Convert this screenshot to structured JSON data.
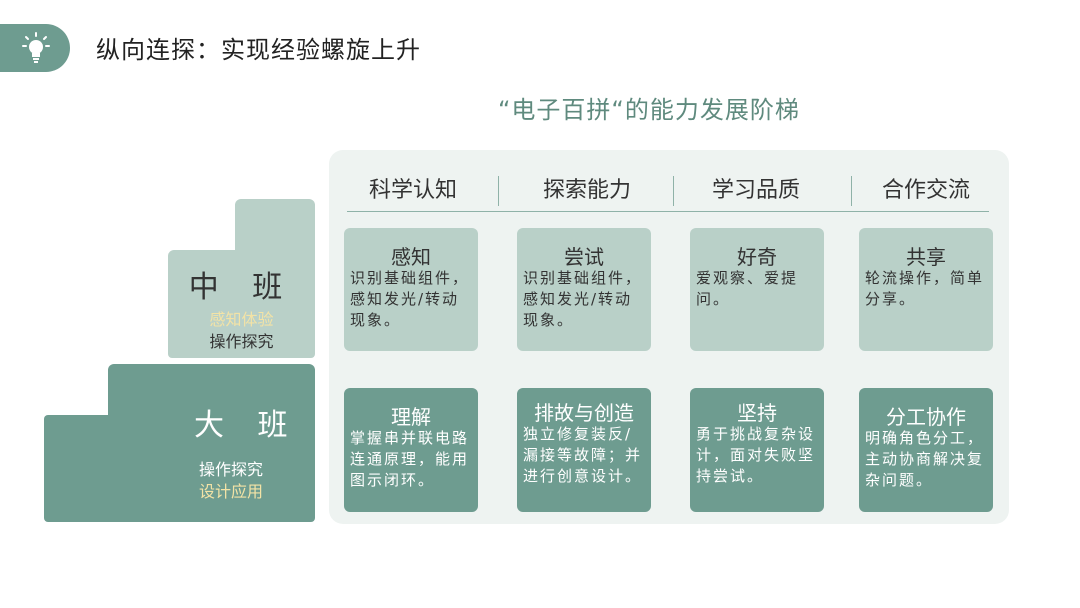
{
  "header": {
    "icon": "lightbulb-icon",
    "title": "纵向连探：实现经验螺旋上升"
  },
  "subtitle": "“电子百拼“的能力发展阶梯",
  "levels": {
    "middle": {
      "name": "中 班",
      "line1": "感知体验",
      "line2": "操作探究"
    },
    "senior": {
      "name": "大 班",
      "line1": "操作探究",
      "line2": "设计应用"
    }
  },
  "columns": [
    "科学认知",
    "探索能力",
    "学习品质",
    "合作交流"
  ],
  "cards": {
    "middle": [
      {
        "title": "感知",
        "desc": "识别基础组件，感知发光/转动现象。"
      },
      {
        "title": "尝试",
        "desc": "识别基础组件，感知发光/转动现象。"
      },
      {
        "title": "好奇",
        "desc": "爱观察、爱提问。"
      },
      {
        "title": "共享",
        "desc": "轮流操作，简单分享。"
      }
    ],
    "senior": [
      {
        "title": "理解",
        "desc": "掌握串并联电路连通原理，能用图示闭环。"
      },
      {
        "title": "排故与创造",
        "desc": "独立修复装反/漏接等故障；并进行创意设计。"
      },
      {
        "title": "坚持",
        "desc": "勇于挑战复杂设计，面对失败坚持尝试。"
      },
      {
        "title": "分工协作",
        "desc": "明确角色分工，主动协商解决复杂问题。"
      }
    ]
  },
  "colors": {
    "accent": "#6e9c90",
    "light": "#b9d0c8",
    "highlight": "#f3e3a6",
    "panel": "#eef3f1"
  }
}
